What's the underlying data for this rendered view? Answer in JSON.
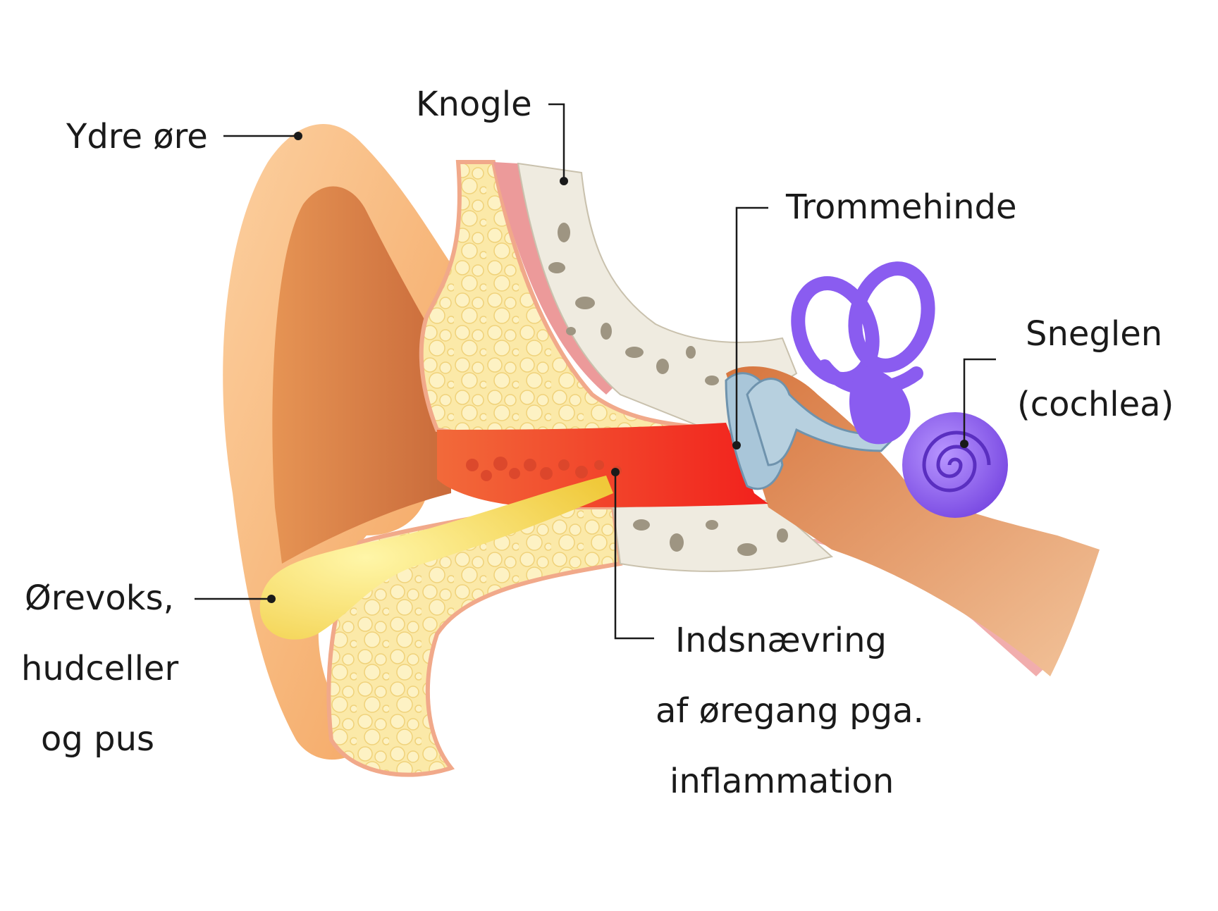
{
  "labels": {
    "outer_ear": "Ydre øre",
    "bone": "Knogle",
    "eardrum": "Trommehinde",
    "cochlea_line1": "Sneglen",
    "cochlea_line2": "(cochlea)",
    "wax_line1": "Ørevoks,",
    "wax_line2": "hudceller",
    "wax_line3": "og pus",
    "narrowing_line1": "Indsnævring",
    "narrowing_line2": "af øregang pga.",
    "narrowing_line3": "inflammation"
  },
  "colors": {
    "skin": "#f6b26b",
    "skin_light": "#fcd6a4",
    "skin_dark": "#d9874a",
    "fat": "#fbe7a1",
    "bone": "#efebe0",
    "bone_holes": "#9e9582",
    "inflamed_canal": "#f2231f",
    "earwax": "#f7e35a",
    "inner_ear": "#8a5cf0",
    "ossicles": "#a9c6d9",
    "muscle": "#ec9a9a",
    "leader_line": "#1a1a1a"
  }
}
